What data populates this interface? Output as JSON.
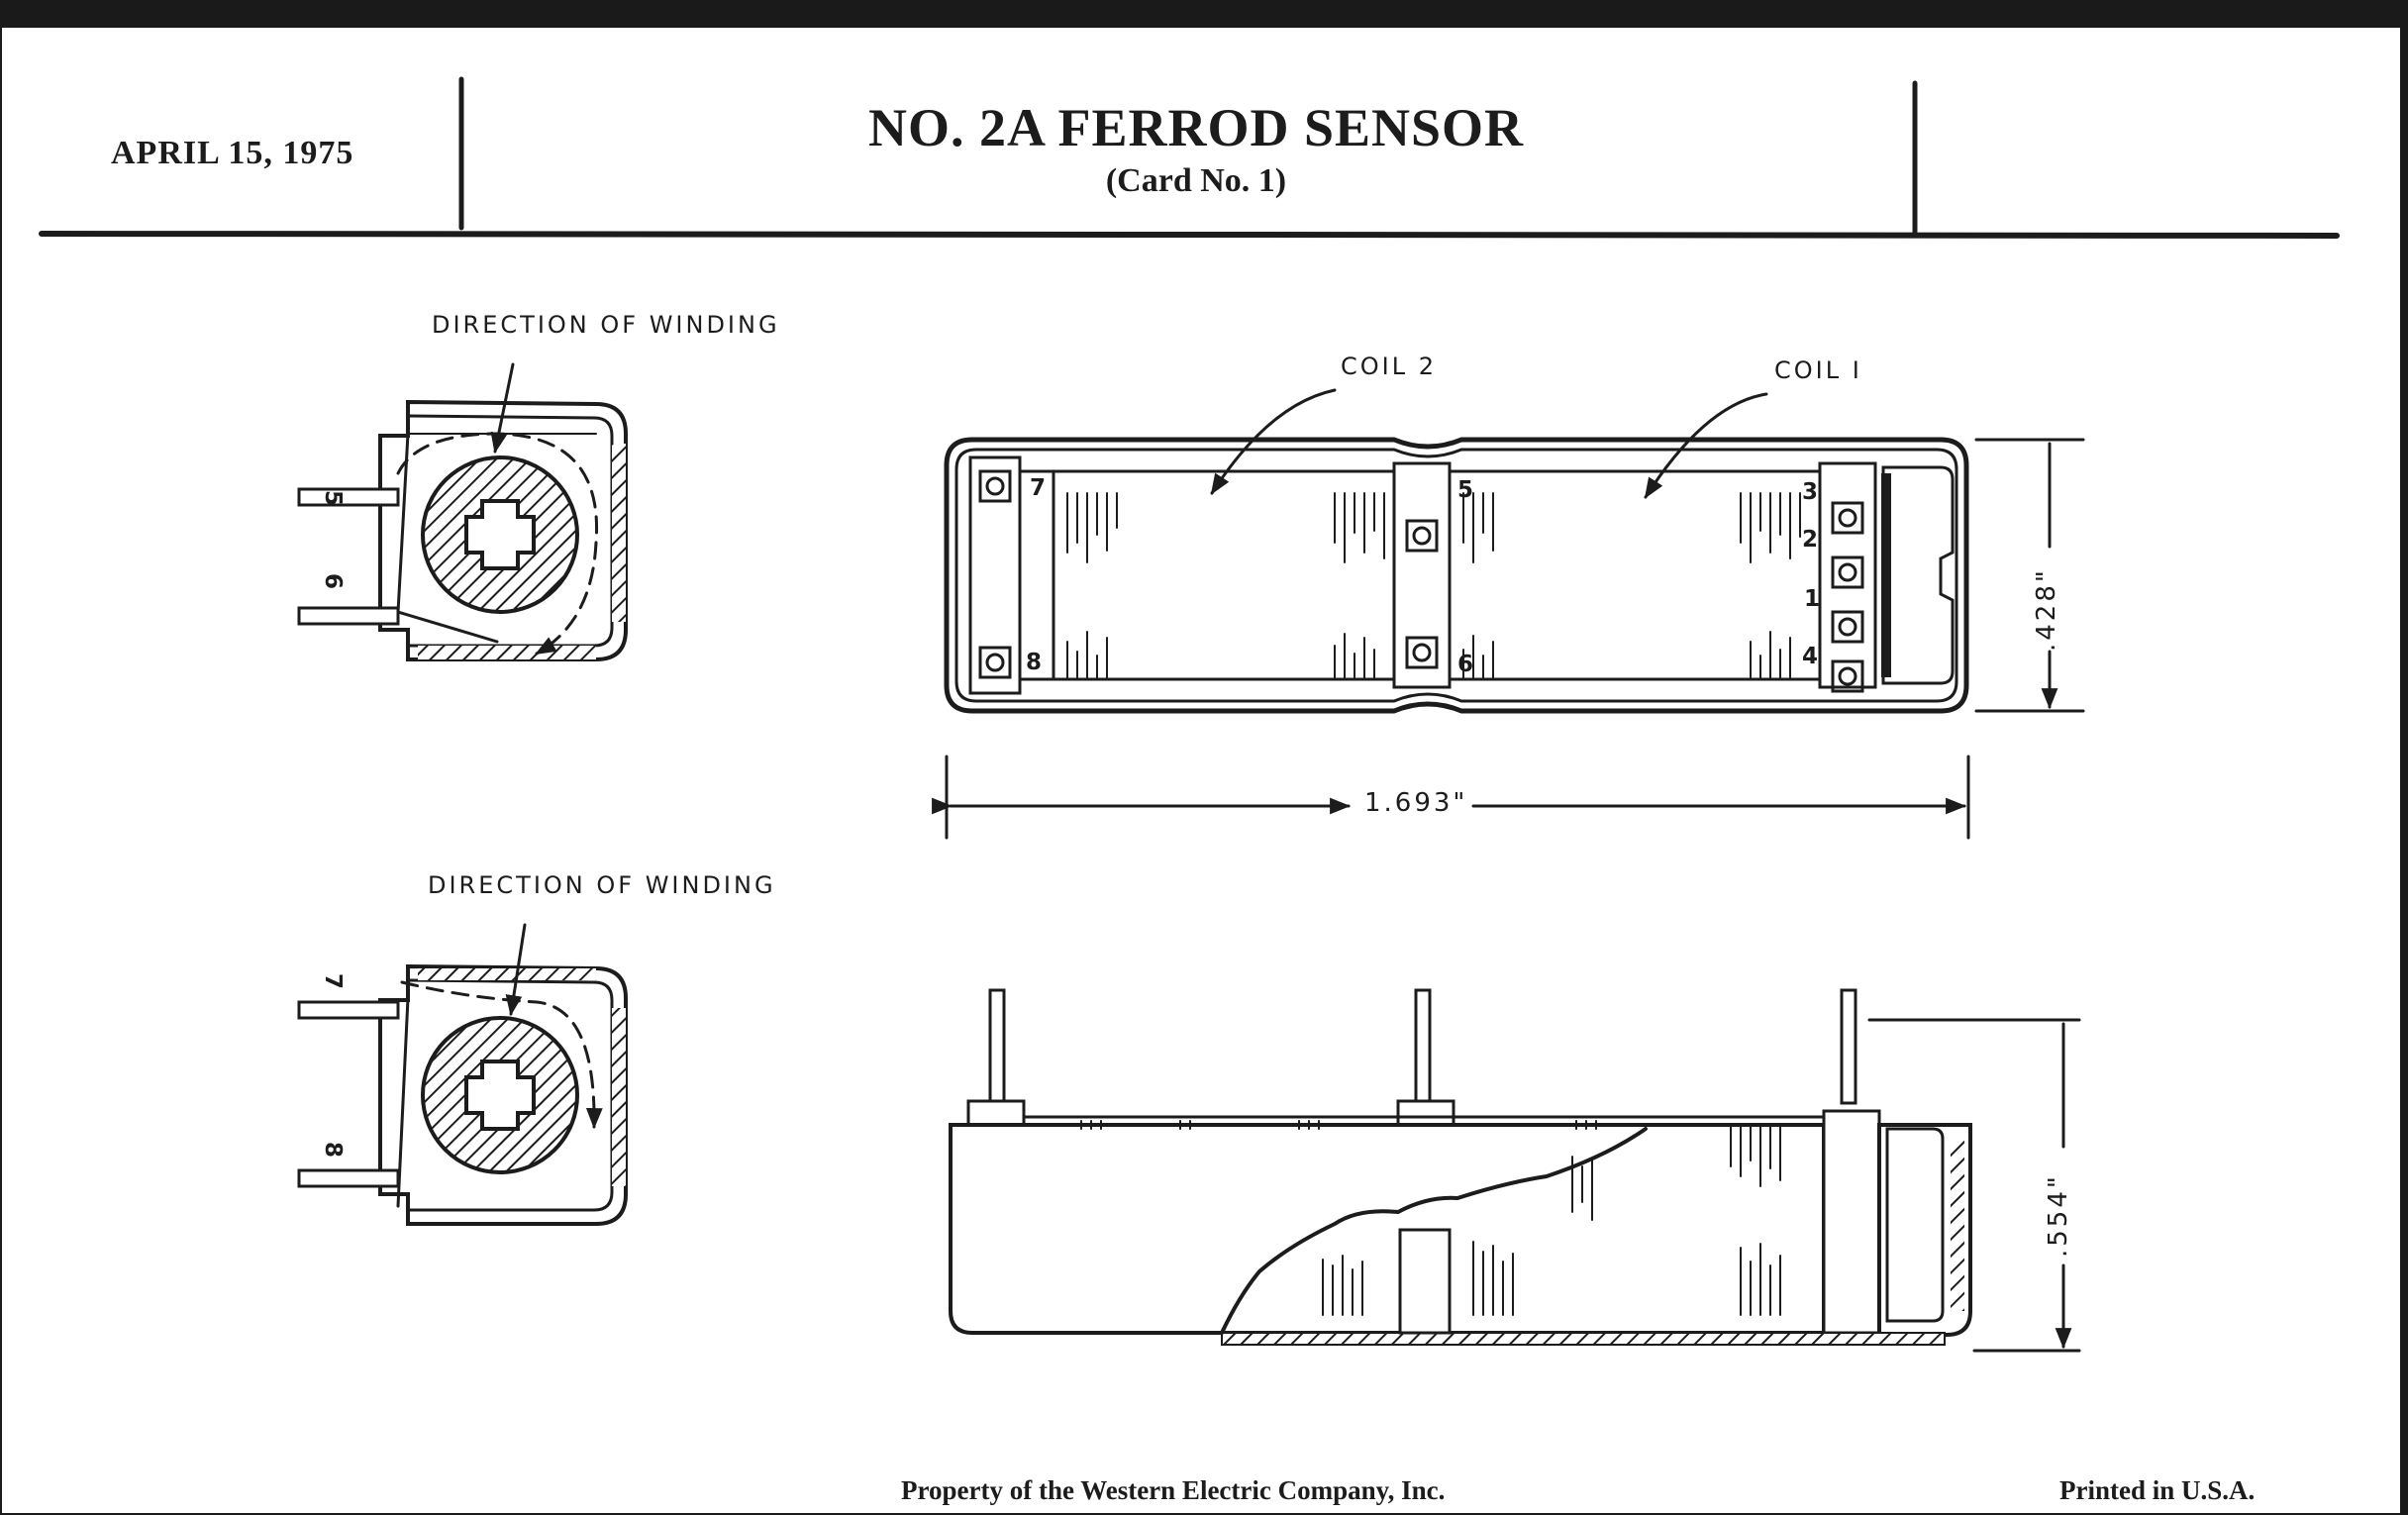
{
  "header": {
    "date": "APRIL 15, 1975",
    "title": "NO. 2A FERROD SENSOR",
    "subtitle": "(Card No. 1)"
  },
  "footer": {
    "property": "Property of the Western Electric Company, Inc.",
    "printed": "Printed in U.S.A."
  },
  "top_view": {
    "coil2_label": "COIL 2",
    "coil1_label": "COIL I",
    "length_dim": "1.693\"",
    "width_dim": ".428\"",
    "terminals": [
      "7",
      "8",
      "5",
      "6",
      "3",
      "2",
      "1",
      "4"
    ]
  },
  "side_view": {
    "height_dim": ".554\""
  },
  "winding_upper": {
    "label": "DIRECTION OF WINDING",
    "terminals": [
      "5",
      "6"
    ]
  },
  "winding_lower": {
    "label": "DIRECTION OF WINDING",
    "terminals": [
      "7",
      "8"
    ]
  }
}
